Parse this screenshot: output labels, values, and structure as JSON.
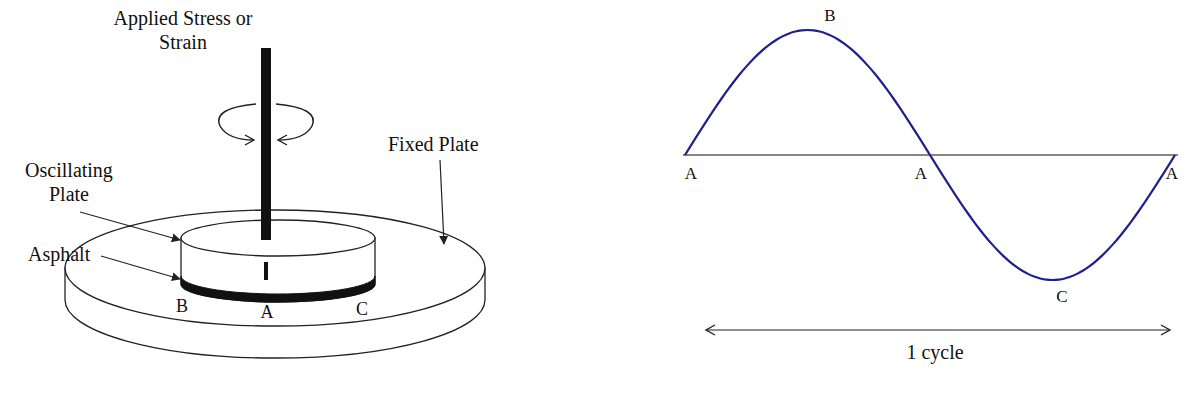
{
  "diagram": {
    "labels": [
      "Applied Stress or Strain",
      "Oscillating Plate",
      "Fixed Plate",
      "Asphalt",
      "B",
      "A",
      "C",
      "B",
      "A",
      "A",
      "A",
      "C",
      "1 cycle"
    ]
  }
}
